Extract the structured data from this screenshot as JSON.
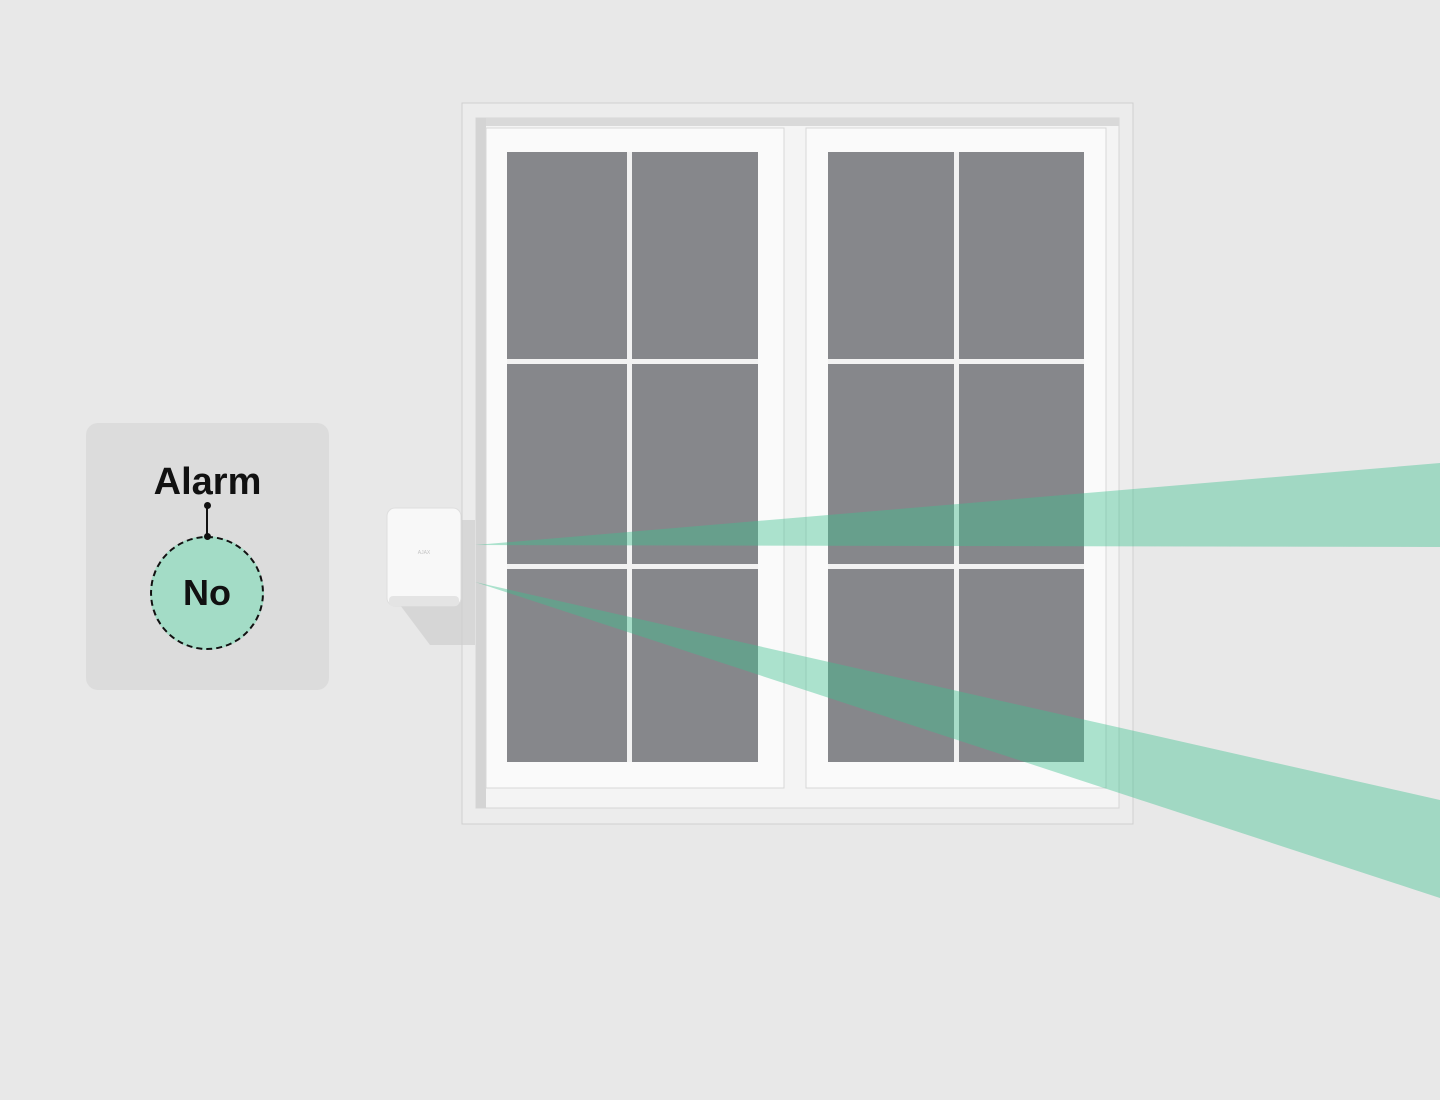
{
  "status_panel": {
    "label": "Alarm",
    "value": "No"
  },
  "device": {
    "brand_logo": "AJAX"
  },
  "colors": {
    "beam": "#3fc08e",
    "glass": "#86878b",
    "wall": "#e8e8e8",
    "status_fill": "#a3dcc6"
  }
}
